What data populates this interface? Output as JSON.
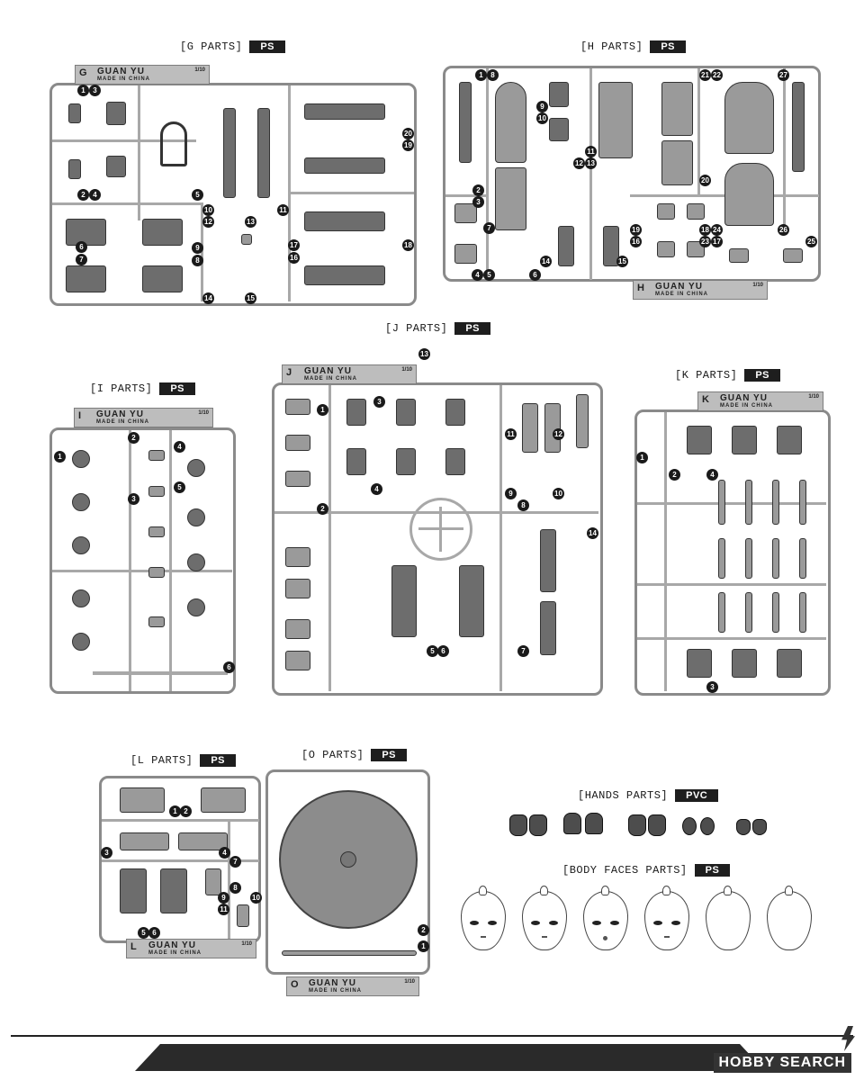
{
  "sections": {
    "g": {
      "title": "[G PARTS]",
      "material": "PS",
      "tag_letter": "G",
      "tag_brand": "GUAN YU",
      "tag_scale": "1/10",
      "tag_made": "MADE IN CHINA"
    },
    "h": {
      "title": "[H PARTS]",
      "material": "PS",
      "tag_letter": "H",
      "tag_brand": "GUAN YU",
      "tag_scale": "1/10",
      "tag_made": "MADE IN CHINA"
    },
    "i": {
      "title": "[I PARTS]",
      "material": "PS",
      "tag_letter": "I",
      "tag_brand": "GUAN YU",
      "tag_scale": "1/10",
      "tag_made": "MADE IN CHINA"
    },
    "j": {
      "title": "[J PARTS]",
      "material": "PS",
      "tag_letter": "J",
      "tag_brand": "GUAN YU",
      "tag_scale": "1/10",
      "tag_made": "MADE IN CHINA"
    },
    "k": {
      "title": "[K PARTS]",
      "material": "PS",
      "tag_letter": "K",
      "tag_brand": "GUAN YU",
      "tag_scale": "1/10",
      "tag_made": "MADE IN CHINA"
    },
    "l": {
      "title": "[L PARTS]",
      "material": "PS",
      "tag_letter": "L",
      "tag_brand": "GUAN YU",
      "tag_scale": "1/10",
      "tag_made": "MADE IN CHINA"
    },
    "o": {
      "title": "[O PARTS]",
      "material": "PS",
      "tag_letter": "O",
      "tag_brand": "GUAN YU",
      "tag_scale": "1/10",
      "tag_made": "MADE IN CHINA"
    },
    "hands": {
      "title": "[HANDS PARTS]",
      "material": "PVC"
    },
    "faces": {
      "title": "[BODY FACES PARTS]",
      "material": "PS"
    }
  },
  "callouts": {
    "g": [
      "1",
      "3",
      "2",
      "4",
      "5",
      "6",
      "7",
      "8",
      "9",
      "10",
      "12",
      "11",
      "13",
      "14",
      "15",
      "16",
      "17",
      "18",
      "19",
      "20"
    ],
    "h": [
      "1",
      "8",
      "9",
      "10",
      "11",
      "12",
      "13",
      "2",
      "3",
      "7",
      "4",
      "5",
      "6",
      "14",
      "15",
      "16",
      "17",
      "18",
      "19",
      "20",
      "21",
      "22",
      "23",
      "24",
      "25",
      "26",
      "27"
    ],
    "i": [
      "1",
      "2",
      "3",
      "4",
      "5",
      "6"
    ],
    "j": [
      "1",
      "2",
      "3",
      "4",
      "5",
      "6",
      "7",
      "8",
      "9",
      "10",
      "11",
      "12",
      "13",
      "14"
    ],
    "k": [
      "1",
      "2",
      "3",
      "4"
    ],
    "l": [
      "1",
      "2",
      "3",
      "4",
      "5",
      "6",
      "7",
      "8",
      "9",
      "10",
      "11"
    ],
    "o": [
      "1",
      "2"
    ]
  },
  "watermark": "HOBBY SEARCH",
  "icons": {
    "face_count": 6,
    "hand_pairs": 5
  },
  "colors": {
    "sprue": "#8a8a8a",
    "part": "#6d6d6d",
    "badge": "#1e1e1e"
  }
}
